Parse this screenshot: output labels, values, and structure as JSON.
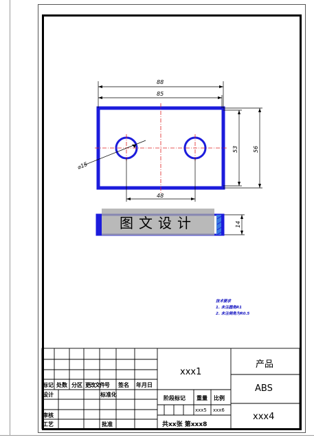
{
  "drawing": {
    "dimensions": {
      "overall_width": "88",
      "body_width": "85",
      "hole_spacing": "48",
      "inner_height": "53",
      "outer_height": "56",
      "hole_diameter": "⌀15",
      "side_thickness": "14"
    },
    "technical_notes": {
      "heading": "技术要求",
      "items": [
        "1. 未注圆角R1",
        "2. 未注倒角为R0.5"
      ]
    },
    "watermark": "图文设计"
  },
  "title_block": {
    "drawing_number": "xxx1",
    "product_label": "产品",
    "material": "ABS",
    "company": "xxx4",
    "weight_value": "xxx5",
    "scale_value": "xxx6",
    "sheet_info": "共xx张 第xxx8",
    "labels": {
      "mark": "标记",
      "count": "处数",
      "zone": "分区",
      "change_doc": "更改文件号",
      "signature": "签名",
      "date": "年月日",
      "design": "设计",
      "standardize": "标准化",
      "stage_mark": "阶段标记",
      "weight": "重量",
      "scale": "比例",
      "review": "审核",
      "process": "工艺",
      "approve": "批准"
    }
  },
  "colors": {
    "part_outline": "#1c1cdc",
    "center_line": "#e02020",
    "note_text": "#1010c0"
  }
}
